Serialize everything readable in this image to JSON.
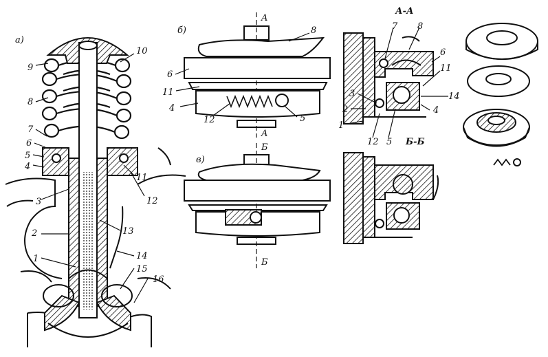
{
  "panels": {
    "a": "а)",
    "b": "б)",
    "v": "в)",
    "section_aa": "А-А",
    "section_bb": "Б-Б"
  },
  "markers": {
    "A_top": "A",
    "A_bottom": "A",
    "B_top": "Б",
    "B_bottom": "Б"
  },
  "callouts_a": {
    "n1": "1",
    "n2": "2",
    "n3": "3",
    "n4": "4",
    "n5": "5",
    "n6": "6",
    "n7": "7",
    "n8": "8",
    "n9": "9",
    "n10": "10",
    "n11": "11",
    "n12": "12",
    "n13": "13",
    "n14": "14",
    "n15": "15",
    "n16": "16"
  },
  "callouts_b": {
    "n6": "6",
    "n11": "11",
    "n4": "4",
    "n12": "12",
    "n5": "5",
    "n8": "8"
  },
  "callouts_aa": {
    "n7": "7",
    "n8": "8",
    "n6": "6",
    "n11": "11",
    "n3": "3",
    "n2": "2",
    "n1": "1",
    "n14": "14",
    "n4": "4",
    "n12": "12",
    "n5": "5"
  },
  "colors": {
    "ink": "#111111",
    "paper": "#ffffff"
  }
}
